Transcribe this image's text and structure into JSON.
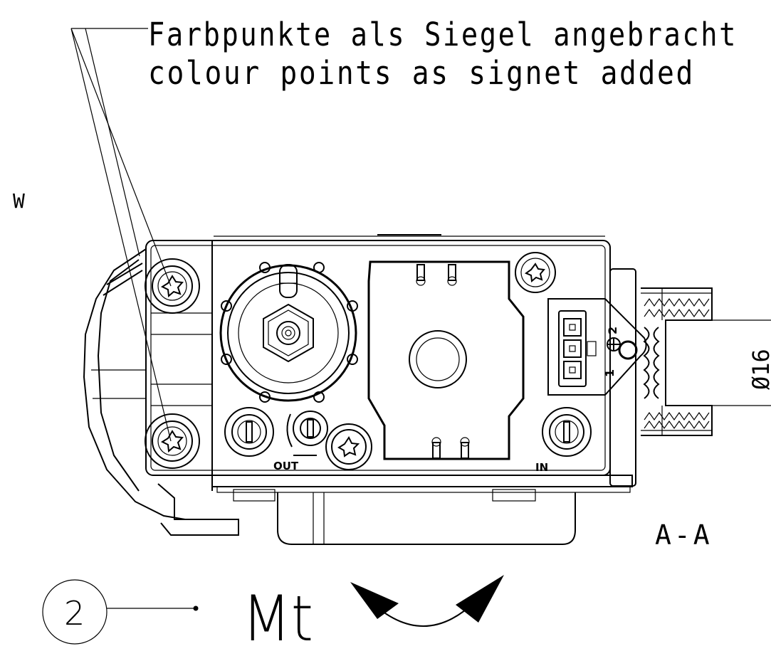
{
  "annotation": {
    "line1": "Farbpunkte als Siegel angebracht",
    "line2": "colour points as signet added"
  },
  "view_marker": "W",
  "section_label": "A-A",
  "dimension_label": "Ø16",
  "part_number": "2",
  "torque_label": "Mt",
  "valve_labels": {
    "out": "OUT",
    "in": "IN"
  },
  "connector_pins": {
    "pin1": "1",
    "pin2": "2"
  }
}
